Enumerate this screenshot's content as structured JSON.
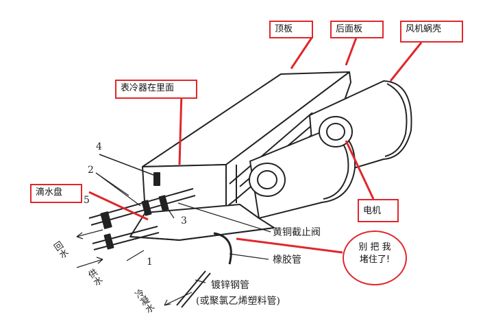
{
  "labels": {
    "top_plate": "顶板",
    "back_plate": "后面板",
    "fan_volute": "风机蜗壳",
    "cooler_inside": "表冷器在里面",
    "drip_pan": "滴水盘",
    "motor": "电机",
    "brass_valve": "黄铜截止阀",
    "rubber_pipe": "橡胶管",
    "galv_pipe": "镀锌钢管",
    "pvc_pipe": "(或聚氯乙烯塑料管)",
    "return_water": "回水",
    "supply_water": "供水",
    "condensate": "冷凝水"
  },
  "bubble": {
    "line1": "别 把 我",
    "line2": "堵住了!"
  },
  "part_numbers": {
    "n1": "1",
    "n2": "2",
    "n3": "3",
    "n4": "4",
    "n5": "5"
  },
  "colors": {
    "callout": "#e0262a",
    "line": "#222222"
  }
}
